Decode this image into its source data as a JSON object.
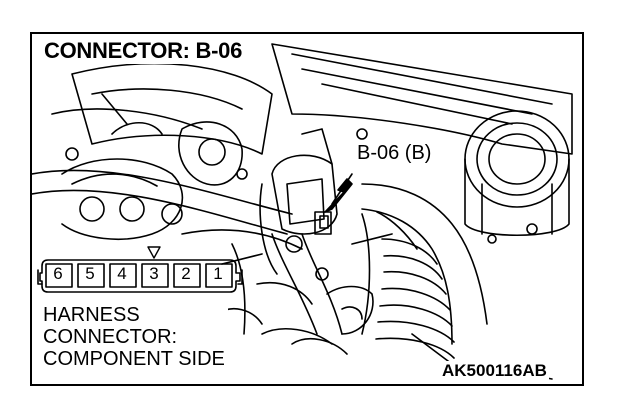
{
  "diagram": {
    "title": "CONNECTOR: B-06",
    "callout_label": "B-06 (B)",
    "harness_label_lines": [
      "HARNESS",
      "CONNECTOR:",
      "COMPONENT SIDE"
    ],
    "image_code": "AK500116AB",
    "connector_pins": [
      "6",
      "5",
      "4",
      "3",
      "2",
      "1"
    ]
  }
}
